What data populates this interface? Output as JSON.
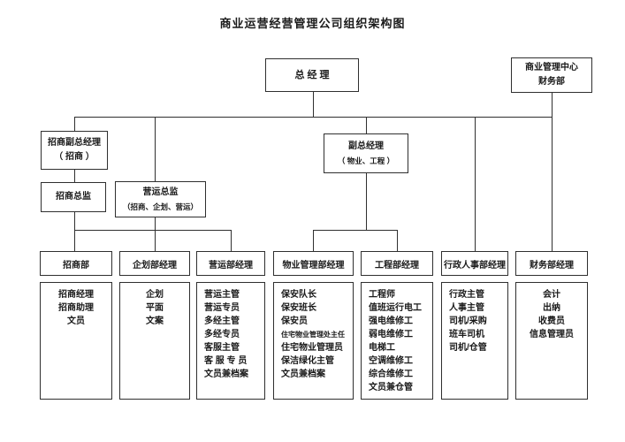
{
  "title": "商业运营经营管理公司组织架构图",
  "colors": {
    "line": "#2f2f2f",
    "text": "#1a1a1a",
    "background": "#ffffff"
  },
  "nodes": {
    "general_manager": {
      "lines": [
        "总 经 理"
      ]
    },
    "commercial_center": {
      "lines": [
        "商业管理中心",
        "财务部"
      ]
    },
    "investment_deputy_gm": {
      "lines": [
        "招商副总经理",
        "（ 招商 ）"
      ]
    },
    "deputy_gm": {
      "lines": [
        "副总经理",
        "（ 物业、工程 ）"
      ]
    },
    "investment_director": {
      "lines": [
        "招商总监"
      ]
    },
    "operations_director": {
      "lines": [
        "营运总监",
        "（招商、企划、营运）"
      ]
    }
  },
  "departments": [
    {
      "label": "招商部",
      "align": "center",
      "staff": [
        "招商经理",
        "招商助理",
        "文员"
      ]
    },
    {
      "label": "企划部经理",
      "align": "center",
      "staff": [
        "企划",
        "平面",
        "文案"
      ]
    },
    {
      "label": "营运部经理",
      "align": "left",
      "staff": [
        "营运主管",
        "营运专员",
        "多经主管",
        "多经专员",
        "客服主管",
        "客 服 专 员",
        "文员兼档案"
      ]
    },
    {
      "label": "物业管理部经理",
      "align": "left",
      "staff": [
        "保安队长",
        "保安班长",
        "保安员",
        "住宅物业管理处主任",
        "住宅物业管理员",
        "保洁绿化主管",
        "文员兼档案"
      ]
    },
    {
      "label": "工程部经理",
      "align": "left",
      "staff": [
        "工程师",
        "值班运行电工",
        "强电维修工",
        "弱电维修工",
        "电梯工",
        "空调维修工",
        "综合维修工",
        "文员兼仓管"
      ]
    },
    {
      "label": "行政人事部经理",
      "align": "left",
      "staff": [
        "行政主管",
        "人事主管",
        "司机/采购",
        "班车司机",
        "司机/仓管"
      ]
    },
    {
      "label": "财务部经理",
      "align": "center",
      "staff": [
        "会计",
        "出纳",
        "收费员",
        "信息管理员"
      ]
    }
  ]
}
